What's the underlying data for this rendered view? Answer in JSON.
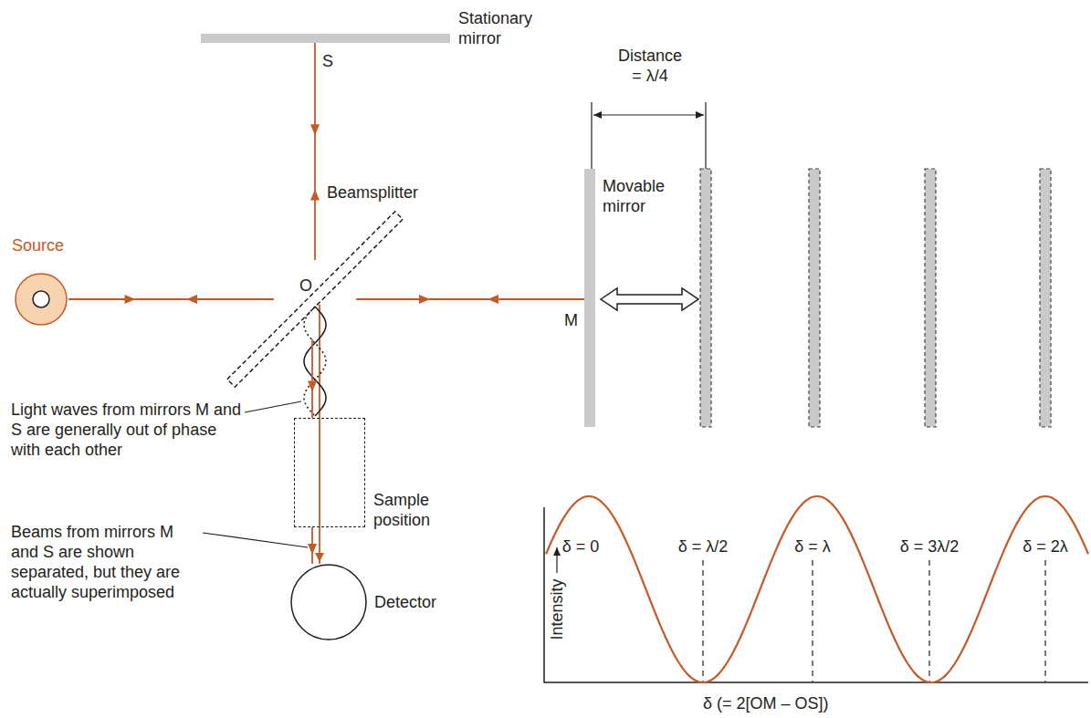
{
  "diagram": {
    "nodes": [
      {
        "text": [
          "Stationary mirror"
        ]
      },
      {
        "text": [
          "Source"
        ]
      },
      {
        "text": [
          "Beamsplitter"
        ]
      },
      {
        "text": [
          "Movable mirror"
        ]
      },
      {
        "text": [
          "Sample position"
        ]
      },
      {
        "text": [
          "Detector"
        ]
      }
    ],
    "edges": [
      {
        "from": 1,
        "to": 2,
        "arrow": "both"
      },
      {
        "from": 2,
        "to": 0,
        "arrow": "both"
      },
      {
        "from": 2,
        "to": 3,
        "arrow": "both"
      },
      {
        "from": 2,
        "to": 4,
        "arrow": "to"
      },
      {
        "from": 4,
        "to": 5,
        "arrow": "to"
      }
    ],
    "labels": [
      "S",
      "O",
      "M",
      "Distance = λ/4",
      "Light waves from mirrors M and S are generally out of phase with each other",
      "Beams from mirrors M and S are shown separated, but they are actually superimposed",
      "δ = 0",
      "δ = λ/2",
      "δ = λ",
      "δ = 3λ/2",
      "δ = 2λ",
      "Intensity",
      "δ (= 2[OM – OS])"
    ]
  }
}
